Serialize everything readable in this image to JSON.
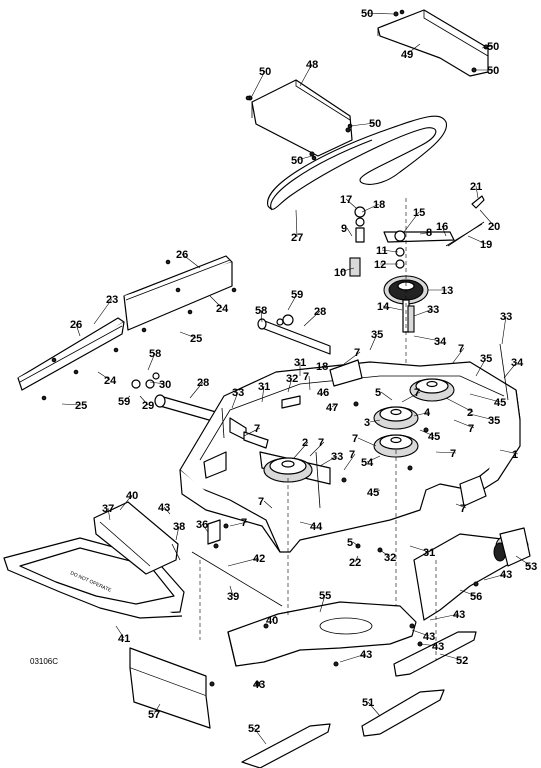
{
  "diagram": {
    "drawing_code": "03106C",
    "decal_text": "DO NOT OPERATE",
    "labels": [
      "1",
      "2",
      "3",
      "4",
      "5",
      "7",
      "8",
      "9",
      "10",
      "11",
      "12",
      "13",
      "14",
      "15",
      "16",
      "17",
      "18",
      "19",
      "20",
      "21",
      "22",
      "23",
      "24",
      "25",
      "26",
      "27",
      "28",
      "29",
      "30",
      "31",
      "32",
      "33",
      "34",
      "35",
      "36",
      "37",
      "38",
      "39",
      "40",
      "41",
      "42",
      "43",
      "44",
      "45",
      "46",
      "47",
      "48",
      "49",
      "50",
      "51",
      "52",
      "53",
      "54",
      "55",
      "56",
      "57",
      "58",
      "59"
    ]
  }
}
